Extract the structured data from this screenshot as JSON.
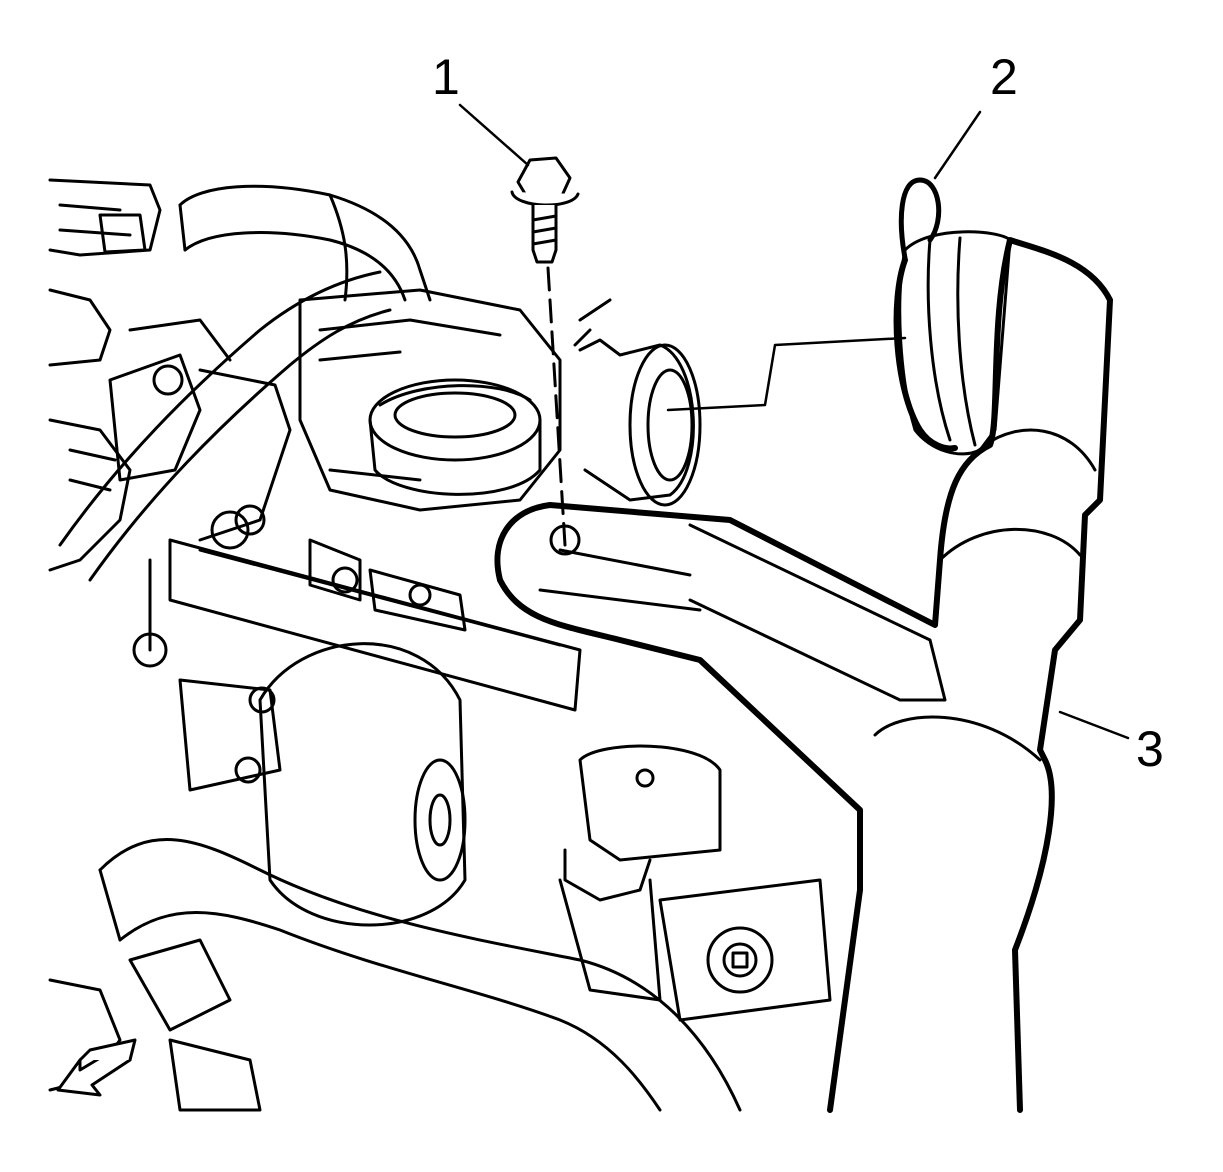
{
  "callouts": {
    "one": "1",
    "two": "2",
    "three": "3"
  },
  "icons": {
    "front_arrow": "front-direction-arrow-icon"
  },
  "colors": {
    "line": "#000000",
    "fill": "#ffffff"
  }
}
